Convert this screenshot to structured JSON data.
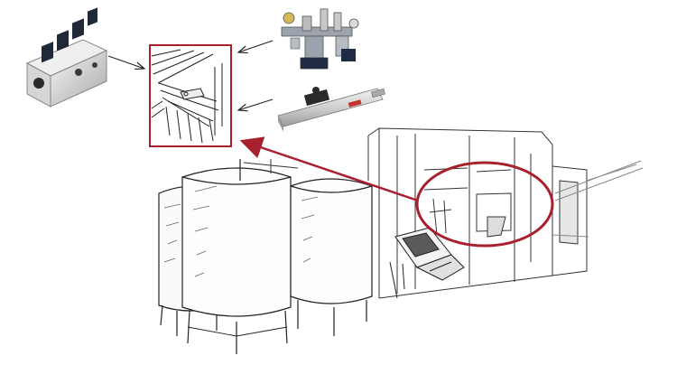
{
  "colors": {
    "accent": "#a8202e",
    "line": "#222222",
    "sketch": "#444444",
    "metal": "#c9c9c9",
    "dark_metal": "#2c2c34",
    "valve_blue": "#2e3f66",
    "background": "#ffffff"
  },
  "components": [
    {
      "icon": "manifold-valve-block-icon",
      "points_to": "detail-inset"
    },
    {
      "icon": "valve-assembly-icon",
      "points_to": "detail-inset"
    },
    {
      "icon": "pneumatic-cylinder-icon",
      "points_to": "detail-inset"
    }
  ],
  "detail_inset": {
    "icon": "gripper-arm-detail-icon"
  },
  "highlight": {
    "icon": "highlight-ellipse-icon"
  },
  "callout": {
    "icon": "callout-arrow-icon",
    "from": "highlight",
    "to": "detail-inset"
  },
  "scene": {
    "icons": [
      "tank-icon",
      "tank-icon",
      "tank-icon",
      "machine-enclosure-icon",
      "control-panel-icon",
      "conveyor-icon"
    ]
  }
}
